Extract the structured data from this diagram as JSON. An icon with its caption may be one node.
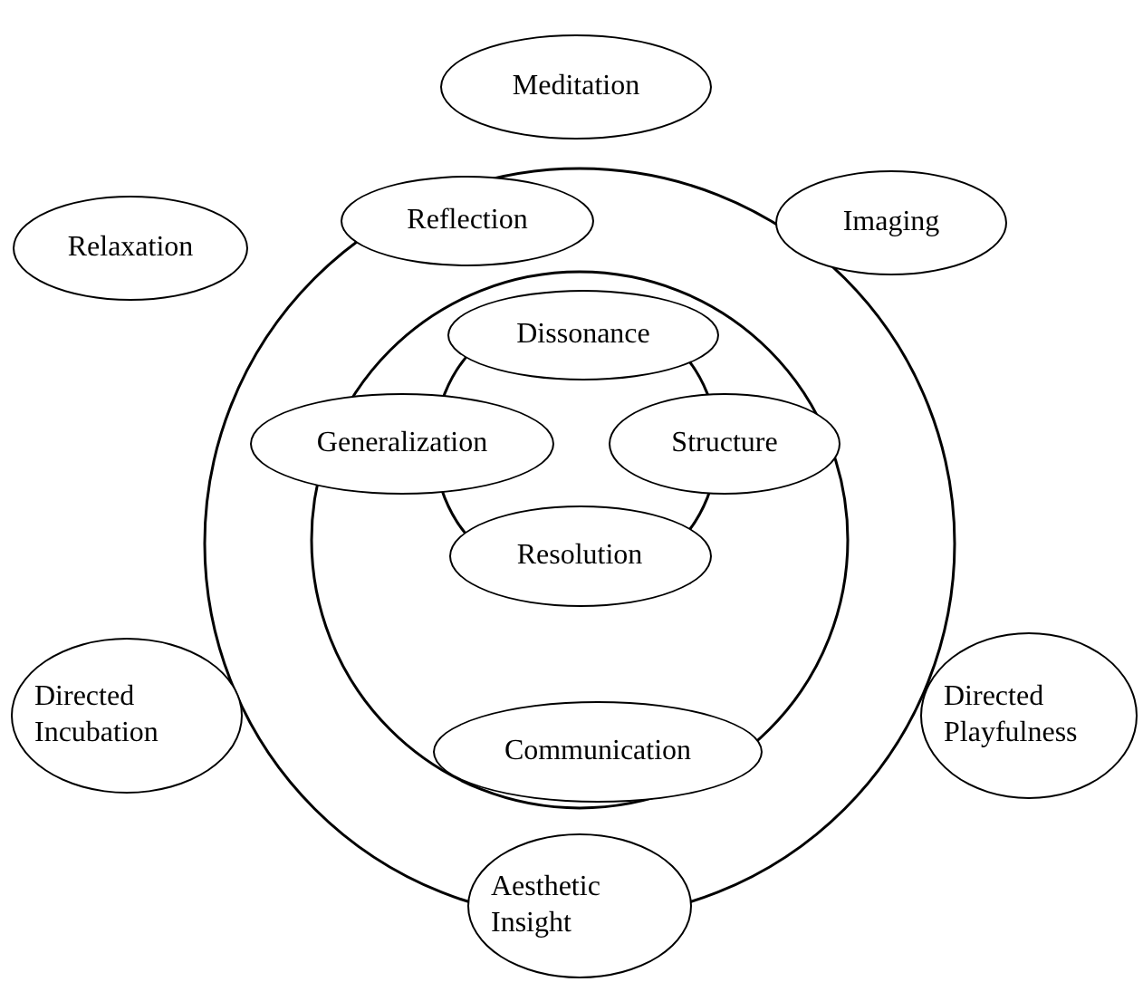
{
  "diagram": {
    "nodes": [
      {
        "text": [
          "Meditation"
        ]
      },
      {
        "text": [
          "Imaging"
        ]
      },
      {
        "text": [
          "Relaxation"
        ]
      },
      {
        "text": [
          "Reflection"
        ]
      },
      {
        "text": [
          "Dissonance"
        ]
      },
      {
        "text": [
          "Generalization"
        ]
      },
      {
        "text": [
          "Structure"
        ]
      },
      {
        "text": [
          "Resolution"
        ]
      },
      {
        "text": [
          "Directed Incubation"
        ]
      },
      {
        "text": [
          "Directed Playfulness"
        ]
      },
      {
        "text": [
          "Communication"
        ]
      },
      {
        "text": [
          "Aesthetic Insight"
        ]
      }
    ]
  }
}
